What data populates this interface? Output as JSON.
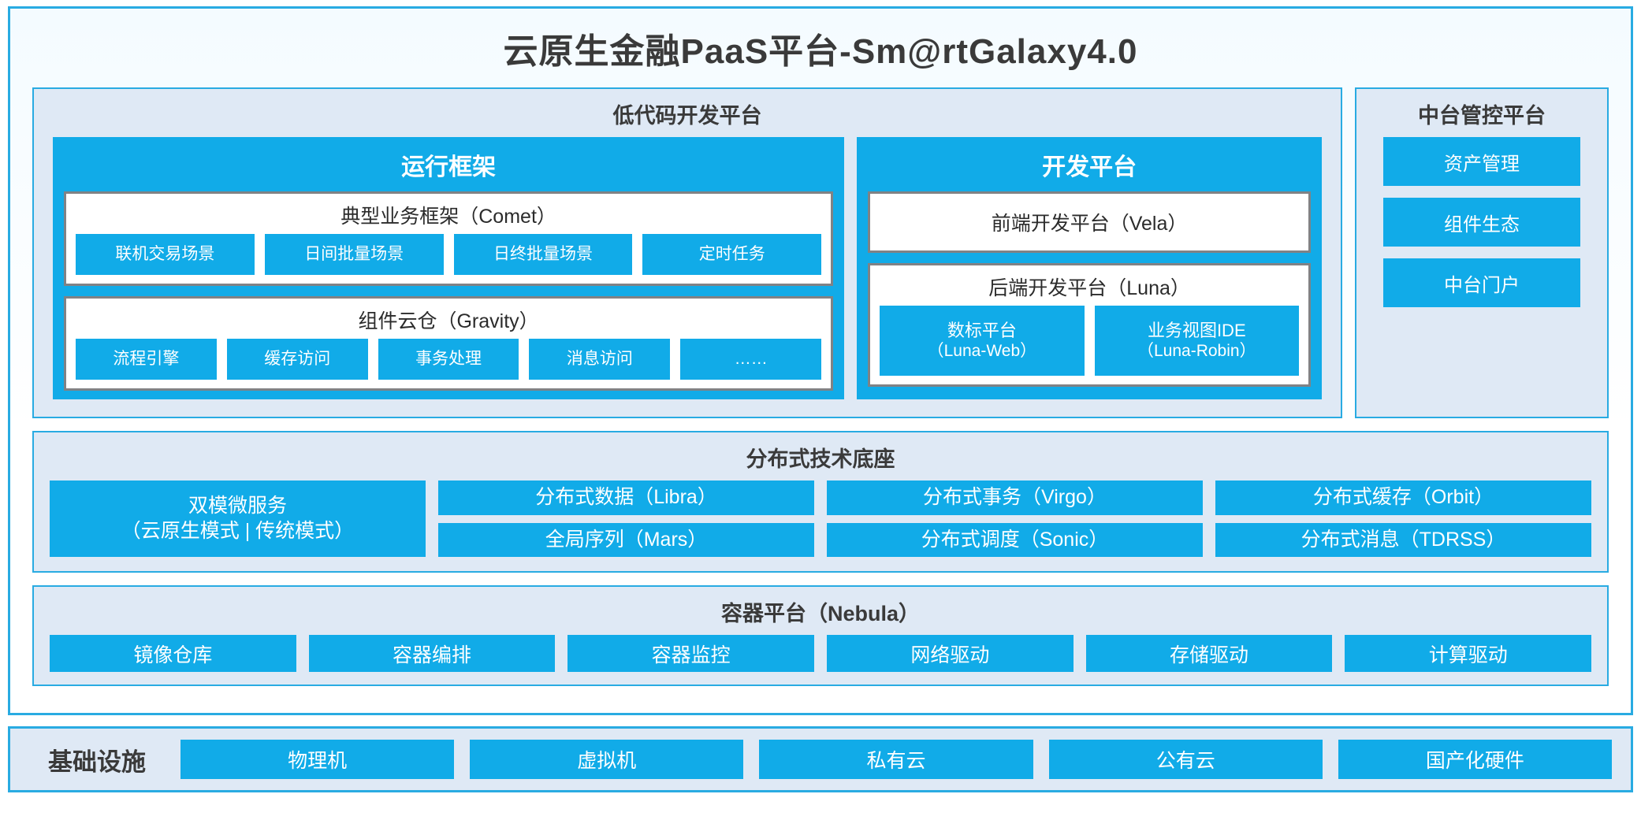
{
  "title": "云原生金融PaaS平台-Sm@rtGalaxy4.0",
  "colors": {
    "accent_blue": "#11ABE8",
    "border_blue": "#29ABE2",
    "panel_bg": "#dfe9f5",
    "inner_border_gray": "#808285",
    "text_dark": "#3a3a3a",
    "white": "#ffffff"
  },
  "lowcode": {
    "title": "低代码开发平台",
    "runtime": {
      "title": "运行框架",
      "comet": {
        "title": "典型业务框架（Comet）",
        "chips": [
          "联机交易场景",
          "日间批量场景",
          "日终批量场景",
          "定时任务"
        ]
      },
      "gravity": {
        "title": "组件云仓（Gravity）",
        "chips": [
          "流程引擎",
          "缓存访问",
          "事务处理",
          "消息访问",
          "……"
        ]
      }
    },
    "devplatform": {
      "title": "开发平台",
      "vela": {
        "title": "前端开发平台（Vela）"
      },
      "luna": {
        "title": "后端开发平台（Luna）",
        "chips": [
          {
            "name": "数标平台",
            "code": "（Luna-Web）"
          },
          {
            "name": "业务视图IDE",
            "code": "（Luna-Robin）"
          }
        ]
      }
    }
  },
  "midoffice": {
    "title": "中台管控平台",
    "chips": [
      "资产管理",
      "组件生态",
      "中台门户"
    ]
  },
  "distbase": {
    "title": "分布式技术底座",
    "col1": [
      {
        "line1": "双模微服务",
        "line2": "（云原生模式 | 传统模式）"
      }
    ],
    "col2": [
      "分布式数据（Libra）",
      "全局序列（Mars）"
    ],
    "col3": [
      "分布式事务（Virgo）",
      "分布式调度（Sonic）"
    ],
    "col4": [
      "分布式缓存（Orbit）",
      "分布式消息（TDRSS）"
    ]
  },
  "container_platform": {
    "title": "容器平台（Nebula）",
    "chips": [
      "镜像仓库",
      "容器编排",
      "容器监控",
      "网络驱动",
      "存储驱动",
      "计算驱动"
    ]
  },
  "infrastructure": {
    "label": "基础设施",
    "chips": [
      "物理机",
      "虚拟机",
      "私有云",
      "公有云",
      "国产化硬件"
    ]
  }
}
